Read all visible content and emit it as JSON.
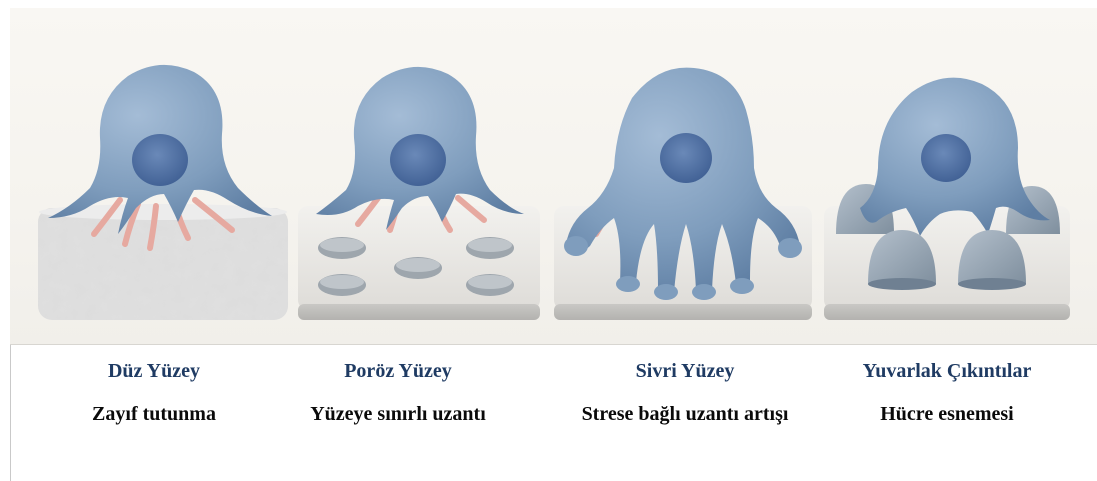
{
  "panels": [
    {
      "title": "Düz Yüzey",
      "description": "Zayıf tutunma",
      "surface": "rough-block",
      "cell_color": "#7f9dbd"
    },
    {
      "title": "Poröz Yüzey",
      "description": "Yüzeye sınırlı uzantı",
      "surface": "porous-plate",
      "cell_color": "#7f9dbd"
    },
    {
      "title": "Sivri Yüzey",
      "description": "Strese bağlı uzantı artışı",
      "surface": "spiked-plate",
      "cell_color": "#7f9dbd"
    },
    {
      "title": "Yuvarlak Çıkıntılar",
      "description": "Hücre esnemesi",
      "surface": "rounded-bumps",
      "cell_color": "#7f9dbd"
    }
  ],
  "colors": {
    "title": "#1f3b63",
    "description": "#0a0a0a",
    "cell_body": "#7f9dbd",
    "cell_nucleus": "#4f6fa3",
    "filopodia": "#e6a9a0",
    "plate": "#e7e6e3"
  }
}
